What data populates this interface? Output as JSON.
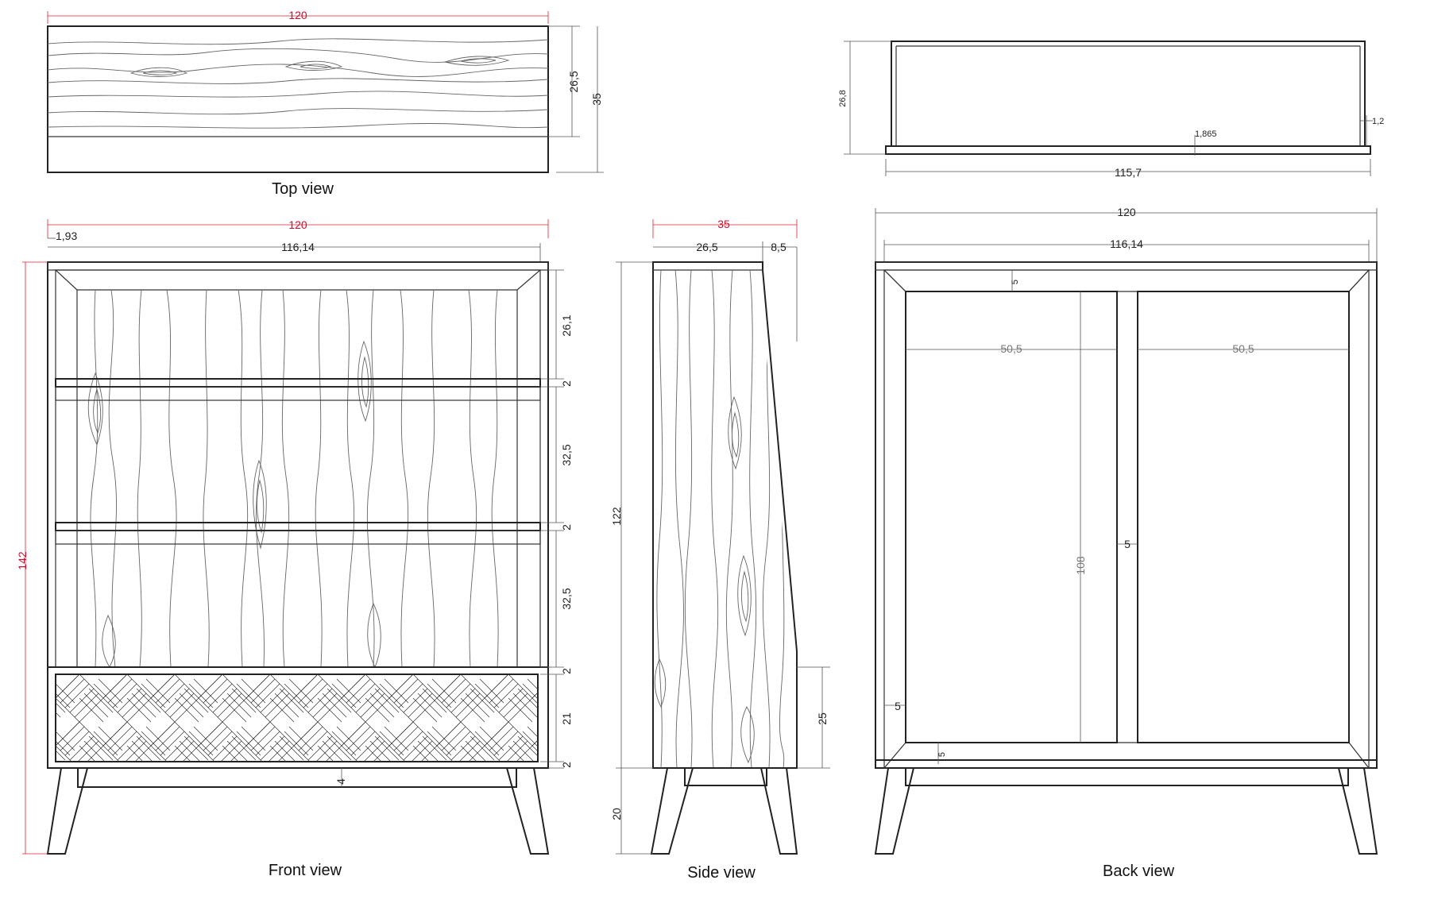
{
  "views": {
    "top": "Top view",
    "front": "Front view",
    "side": "Side view",
    "back": "Back view"
  },
  "top_view": {
    "width": "120",
    "depth_inner": "26,5",
    "depth_total": "35"
  },
  "back_top": {
    "height": "26,8",
    "width": "115,7",
    "panel_thickness": "1,2",
    "offset": "1,865"
  },
  "front_view": {
    "width": "120",
    "inset": "1,93",
    "inner_width": "116,14",
    "height": "142",
    "shelf1": "26,1",
    "board1": "2",
    "shelf2": "32,5",
    "board2": "2",
    "shelf3": "32,5",
    "board3": "2",
    "drawer": "21",
    "board4": "2",
    "plinth": "4"
  },
  "side_view": {
    "depth": "35",
    "top_depth": "26,5",
    "slope": "8,5",
    "body_height": "122",
    "leg_height": "20",
    "lower_depth": "25"
  },
  "back_view": {
    "width": "120",
    "inner_width": "116,14",
    "frame_top": "5",
    "panel_w_left": "50,5",
    "panel_w_right": "50,5",
    "panel_h": "108",
    "mullion": "5",
    "frame_side": "5",
    "frame_bottom": "5"
  },
  "colors": {
    "line": "#222222",
    "dim_red": "#c8102e",
    "dim_grey": "#777777"
  }
}
